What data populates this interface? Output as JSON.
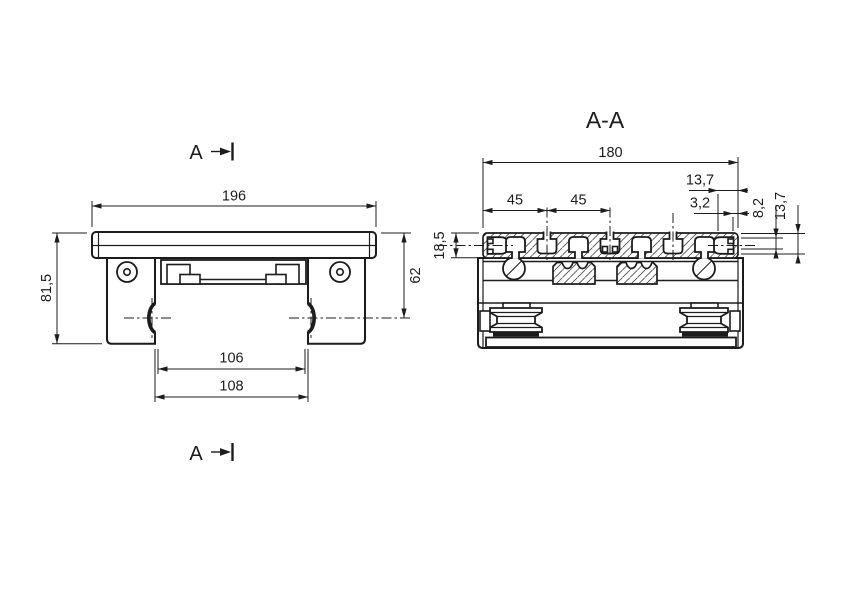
{
  "drawing": {
    "background": "#ffffff",
    "ink": "#1c1c1c",
    "section_label": "A",
    "front_view": {
      "dims": {
        "overall_width": "196",
        "overall_height": "81,5",
        "side_height": "62",
        "groove_span": "106",
        "opening_width": "108"
      }
    },
    "section_view": {
      "title": "A-A",
      "dims": {
        "overall_width": "180",
        "pitch_left": "45",
        "pitch_right": "45",
        "end_offset": "13,7",
        "lip_width": "3,2",
        "port_height": "8,2",
        "cavity_height": "13,7",
        "plate_thickness": "18,5"
      }
    }
  }
}
